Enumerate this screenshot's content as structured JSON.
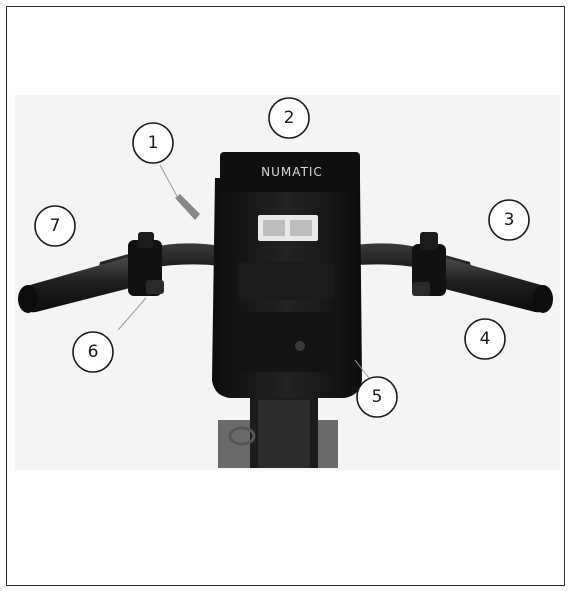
{
  "figure": {
    "brand_label": "NUMATIC",
    "callouts": [
      {
        "id": "1",
        "label": "1"
      },
      {
        "id": "2",
        "label": "2"
      },
      {
        "id": "3",
        "label": "3"
      },
      {
        "id": "4",
        "label": "4"
      },
      {
        "id": "5",
        "label": "5"
      },
      {
        "id": "6",
        "label": "6"
      },
      {
        "id": "7",
        "label": "7"
      }
    ]
  },
  "colors": {
    "body": "#151515",
    "grip": "#2a2a2a",
    "display": "#e8e8e8",
    "outline": "#1a1a1a"
  }
}
